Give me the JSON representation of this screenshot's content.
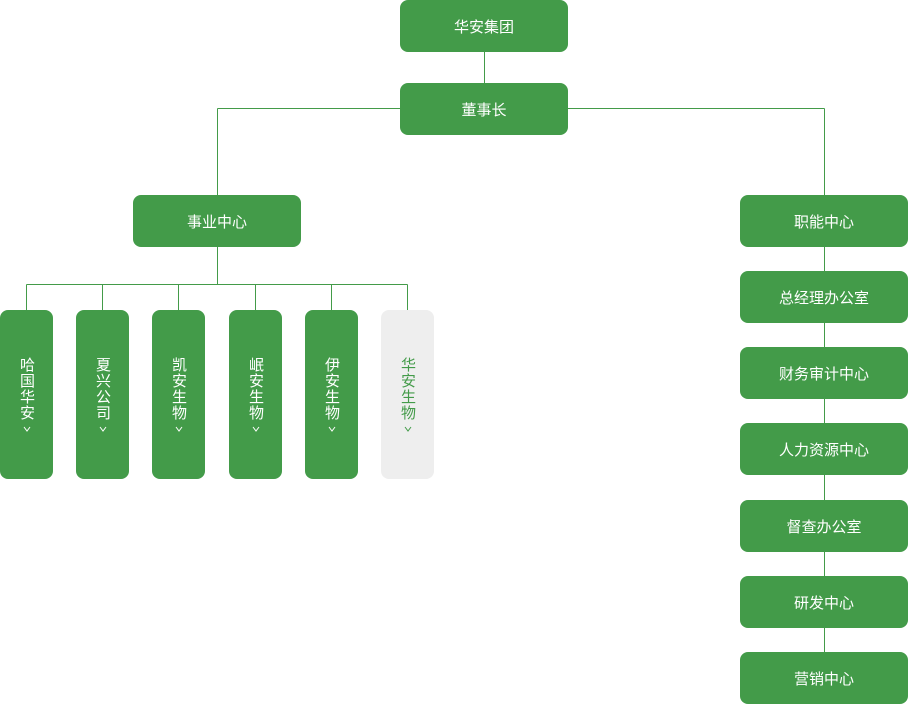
{
  "root": {
    "label": "华安集团"
  },
  "chairman": {
    "label": "董事长"
  },
  "business_center": {
    "label": "事业中心",
    "subsidiaries": [
      {
        "label": "哈国华安",
        "active": true,
        "icon": "chevron-down-icon"
      },
      {
        "label": "夏兴公司",
        "active": true,
        "icon": "chevron-down-icon"
      },
      {
        "label": "凯安生物",
        "active": true,
        "icon": "chevron-down-icon"
      },
      {
        "label": "岷安生物",
        "active": true,
        "icon": "chevron-down-icon"
      },
      {
        "label": "伊安生物",
        "active": true,
        "icon": "chevron-down-icon"
      },
      {
        "label": "华安生物",
        "active": false,
        "icon": "chevron-down-icon"
      }
    ]
  },
  "functional_center": {
    "label": "职能中心",
    "departments": [
      "总经理办公室",
      "财务审计中心",
      "人力资源中心",
      "督查办公室",
      "研发中心",
      "营销中心"
    ]
  },
  "colors": {
    "primary_green": "#439b49",
    "inactive_bg": "#eeeeee",
    "line": "#439b49"
  }
}
